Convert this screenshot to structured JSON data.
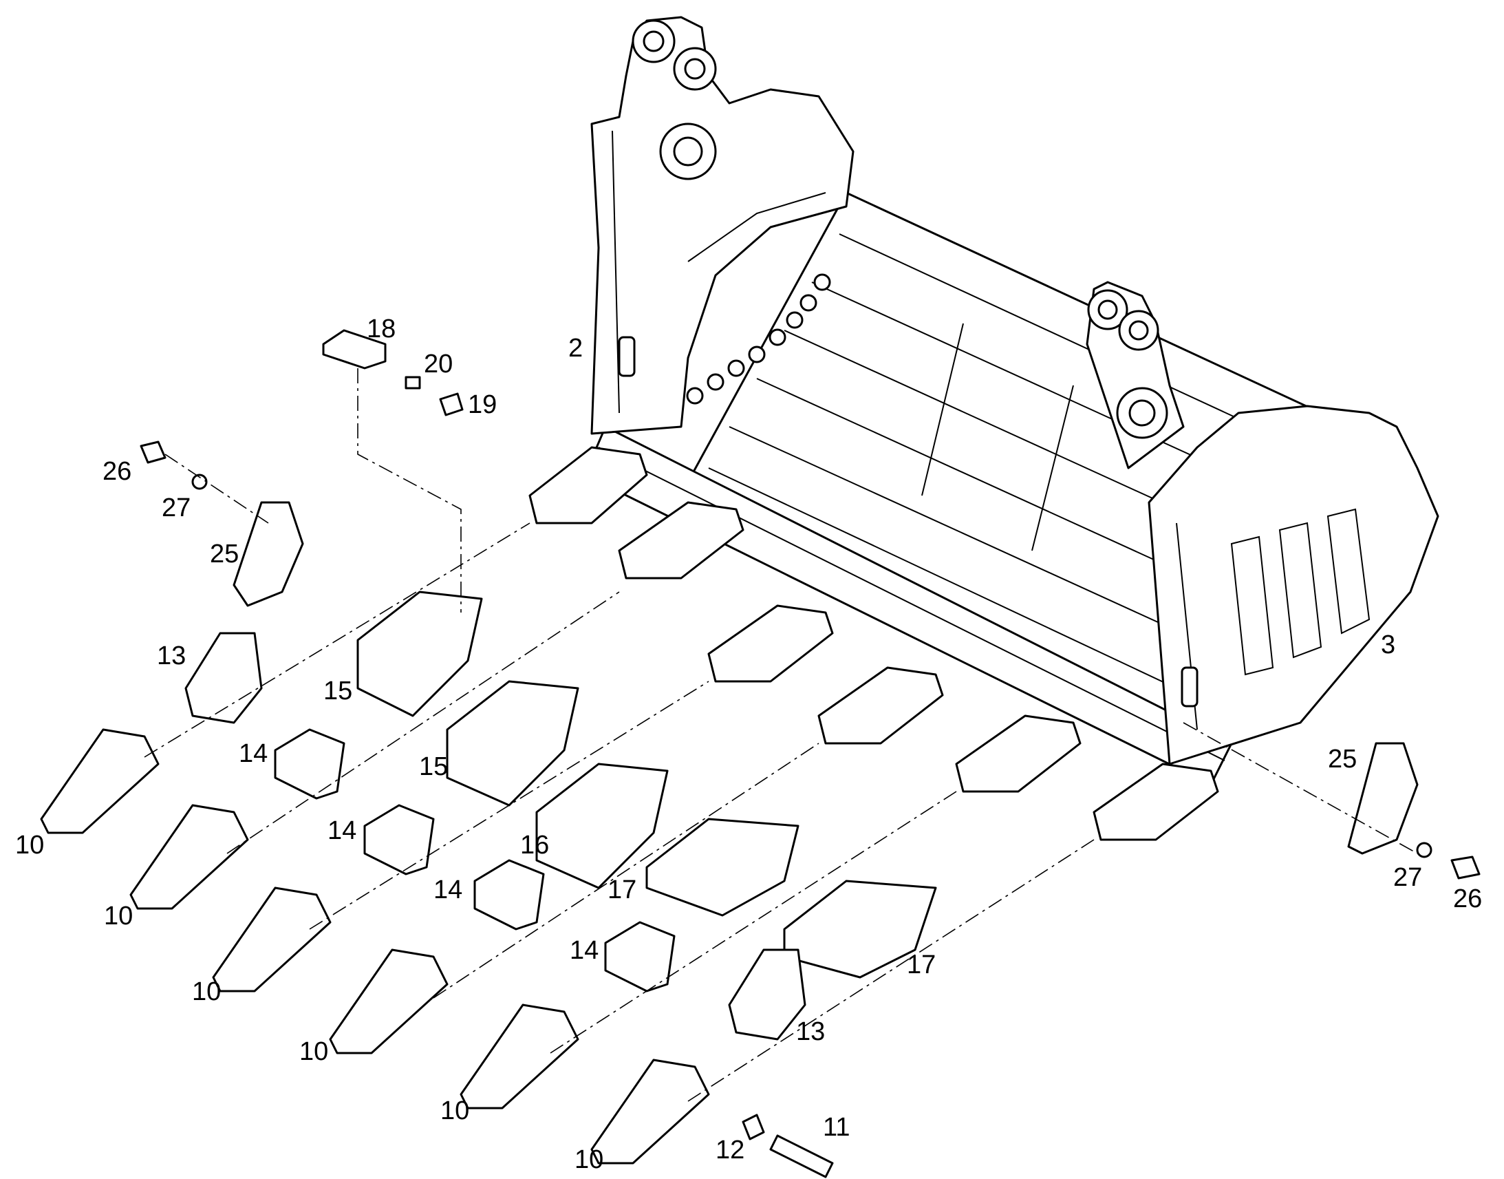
{
  "callouts": [
    {
      "id": "c2",
      "label": "2"
    },
    {
      "id": "c3",
      "label": "3"
    },
    {
      "id": "c18",
      "label": "18"
    },
    {
      "id": "c20",
      "label": "20"
    },
    {
      "id": "c19",
      "label": "19"
    },
    {
      "id": "c26a",
      "label": "26"
    },
    {
      "id": "c27a",
      "label": "27"
    },
    {
      "id": "c25a",
      "label": "25"
    },
    {
      "id": "c13a",
      "label": "13"
    },
    {
      "id": "c15a",
      "label": "15"
    },
    {
      "id": "c15b",
      "label": "15"
    },
    {
      "id": "c16",
      "label": "16"
    },
    {
      "id": "c17a",
      "label": "17"
    },
    {
      "id": "c17b",
      "label": "17"
    },
    {
      "id": "c14a",
      "label": "14"
    },
    {
      "id": "c14b",
      "label": "14"
    },
    {
      "id": "c14c",
      "label": "14"
    },
    {
      "id": "c14d",
      "label": "14"
    },
    {
      "id": "c10a",
      "label": "10"
    },
    {
      "id": "c10b",
      "label": "10"
    },
    {
      "id": "c10c",
      "label": "10"
    },
    {
      "id": "c10d",
      "label": "10"
    },
    {
      "id": "c10e",
      "label": "10"
    },
    {
      "id": "c10f",
      "label": "10"
    },
    {
      "id": "c13b",
      "label": "13"
    },
    {
      "id": "c12",
      "label": "12"
    },
    {
      "id": "c11",
      "label": "11"
    },
    {
      "id": "c25b",
      "label": "25"
    },
    {
      "id": "c27b",
      "label": "27"
    },
    {
      "id": "c26b",
      "label": "26"
    }
  ]
}
